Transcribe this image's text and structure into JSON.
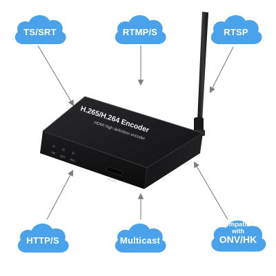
{
  "protocols": {
    "ts_srt": "TS/SRT",
    "rtmp": "RTMP/S",
    "rtsp": "RTSP",
    "http": "HTTP/S",
    "multicast": "Multicast",
    "onvif_line1": "Compatible",
    "onvif_line2": "with",
    "onvif_line3": "ONV/HK"
  },
  "device": {
    "title": "H.265/H.264 Encoder",
    "subtitle": "HDMI high definition encoder",
    "led_labels": [
      "PW",
      "NET",
      "REC"
    ],
    "port_label": "DC 12V"
  },
  "colors": {
    "cloud": "#4aa3ea",
    "device_body": "#1b1b1d",
    "arrow": "#7d7d7d"
  }
}
